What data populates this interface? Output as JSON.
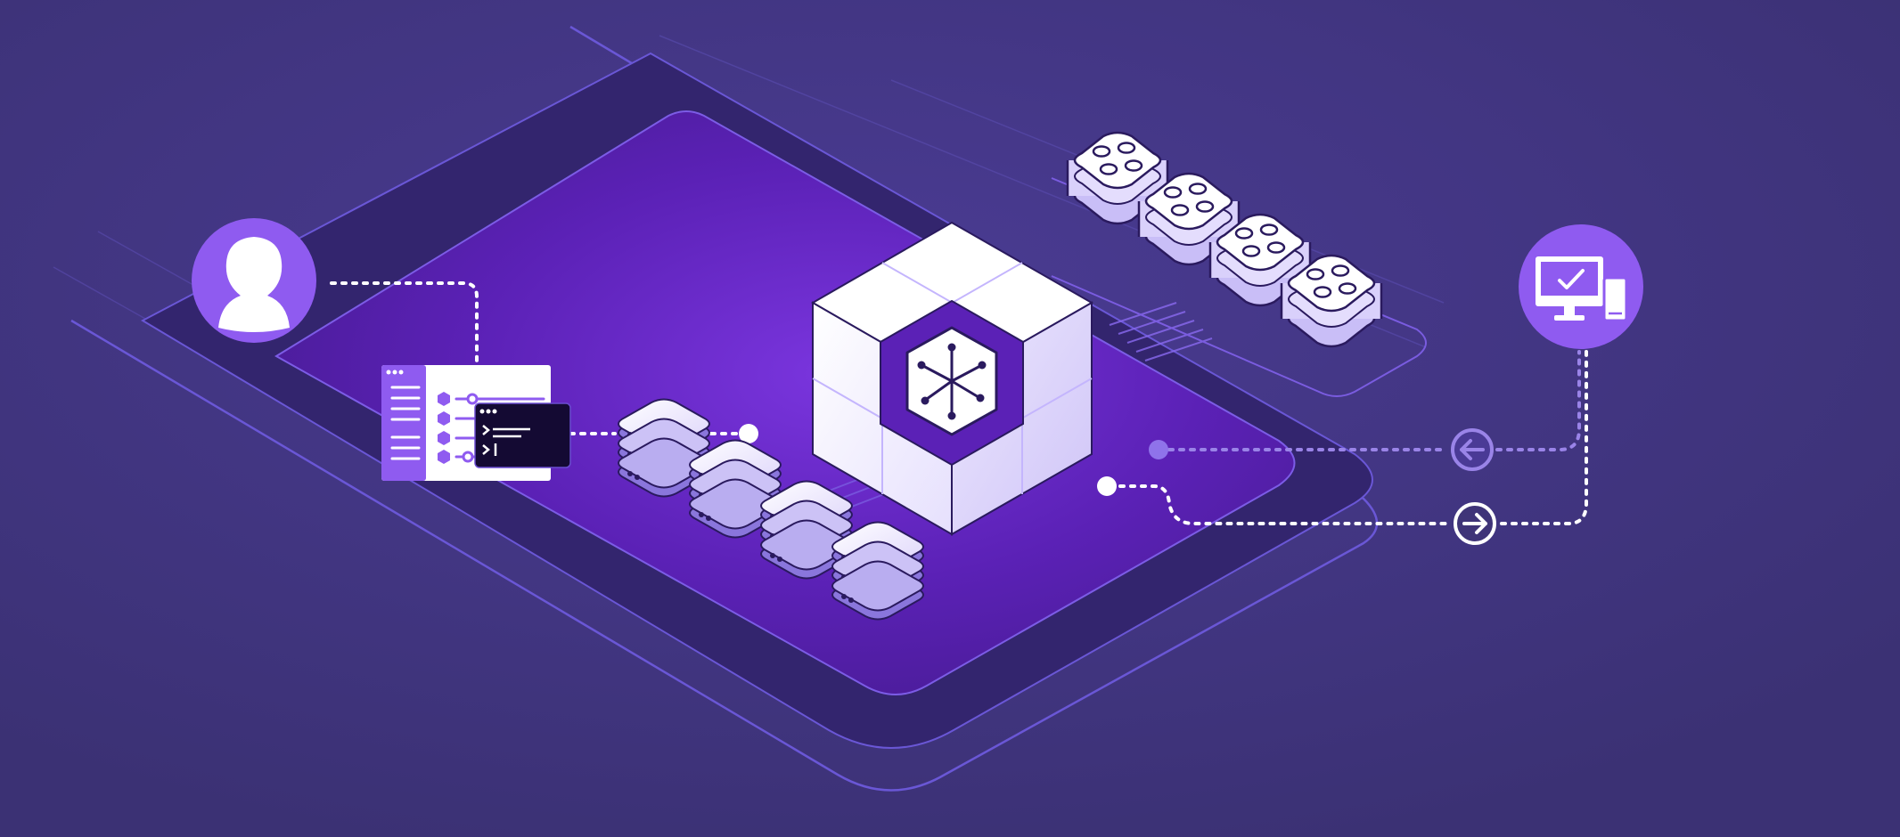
{
  "colors": {
    "background": "#3f3478",
    "background_glow": "#4b3b95",
    "platform_outer_stroke": "#6a57d6",
    "platform_dark": "#2f1f64",
    "platform_surface": "#5b21b6",
    "platform_surface_light": "#6d2ed0",
    "accent": "#8f5bf0",
    "accent_light": "#b194ff",
    "cube_white": "#ffffff",
    "cube_lavender": "#dcd4fb",
    "cube_shade": "#c7bdf5",
    "stroke_dark": "#2a1a5e",
    "terminal_bg": "#140a33",
    "connector_white": "#ffffff",
    "connector_lilac": "#9a84e8"
  },
  "icons": {
    "user": "user-icon",
    "dashboard": "dashboard-window-icon",
    "terminal": "terminal-icon",
    "hub": "hub-asterisk-icon",
    "device": "monitor-phone-check-icon",
    "arrow_in": "arrow-left-circle-icon",
    "arrow_out": "arrow-right-circle-icon"
  },
  "diagram": {
    "server_stack_count": 4,
    "server_discs_per_stack": 3,
    "module_count": 4,
    "module_dots_each": 4
  }
}
